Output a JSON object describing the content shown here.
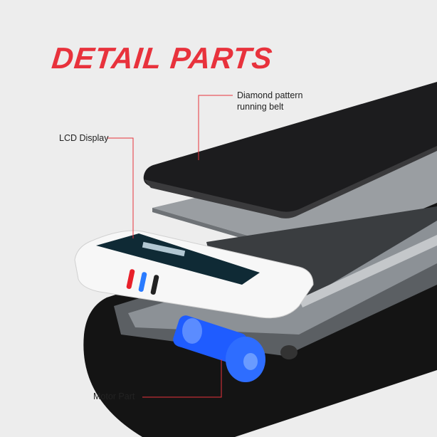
{
  "title": "DETAIL PARTS",
  "labels": {
    "belt_line1": "Diamond pattern",
    "belt_line2": "running belt",
    "lcd": "LCD Display",
    "motor": "Motor Part"
  },
  "colors": {
    "title": "#e8323c",
    "leader_line": "#e8323c",
    "motor": "#1f5cff",
    "stripe_red": "#e8202a",
    "stripe_blue": "#2a7bff",
    "stripe_black": "#222222"
  }
}
